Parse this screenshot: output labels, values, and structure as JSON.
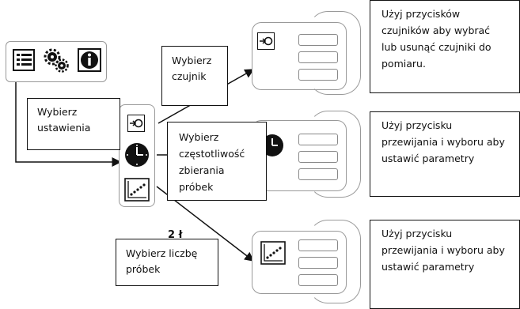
{
  "labels": {
    "select_settings": "Wybierz\nustawienia",
    "select_sensor": "Wybierz\nczujnik",
    "select_frequency": "Wybierz\nczęstotliwość\nzbierania\npróbek",
    "select_count": "Wybierz liczbę\npróbek",
    "partial_text": "2 ł"
  },
  "instructions": {
    "sensors": "Użyj przycisków\nczujników aby wybrać\nlub usunąć czujniki do\npomiaru.",
    "frequency": "Użyj przycisku\nprzewijania i wyboru aby\nustawić parametry",
    "count": "Użyj przycisku\nprzewijania i wyboru aby\nustawić parametry"
  },
  "icons": [
    "menu-list-icon",
    "gears-icon",
    "info-icon",
    "sensor-plug-icon",
    "clock-icon",
    "scatter-plot-icon"
  ],
  "colors": {
    "line": "#111111",
    "device_outline": "#999999"
  }
}
